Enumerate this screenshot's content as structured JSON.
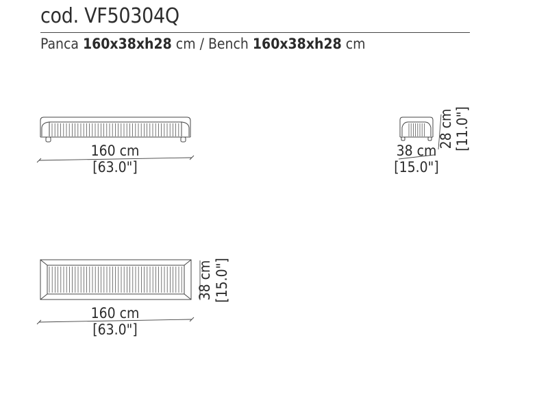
{
  "header": {
    "code": "cod. VF50304Q",
    "subtitle": {
      "it_label": "Panca ",
      "it_dims": "160x38xh28",
      "it_unit": " cm / ",
      "en_label": "Bench ",
      "en_dims": "160x38xh28",
      "en_unit": " cm"
    }
  },
  "views": {
    "front": {
      "width_cm": "160 cm",
      "width_in": "[63.0\"]"
    },
    "side": {
      "depth_cm": "38 cm",
      "depth_in": "[15.0\"]",
      "height_cm": "28 cm",
      "height_in": "[11.0\"]"
    },
    "top": {
      "width_cm": "160 cm",
      "width_in": "[63.0\"]",
      "depth_cm": "38 cm",
      "depth_in": "[15.0\"]"
    }
  }
}
